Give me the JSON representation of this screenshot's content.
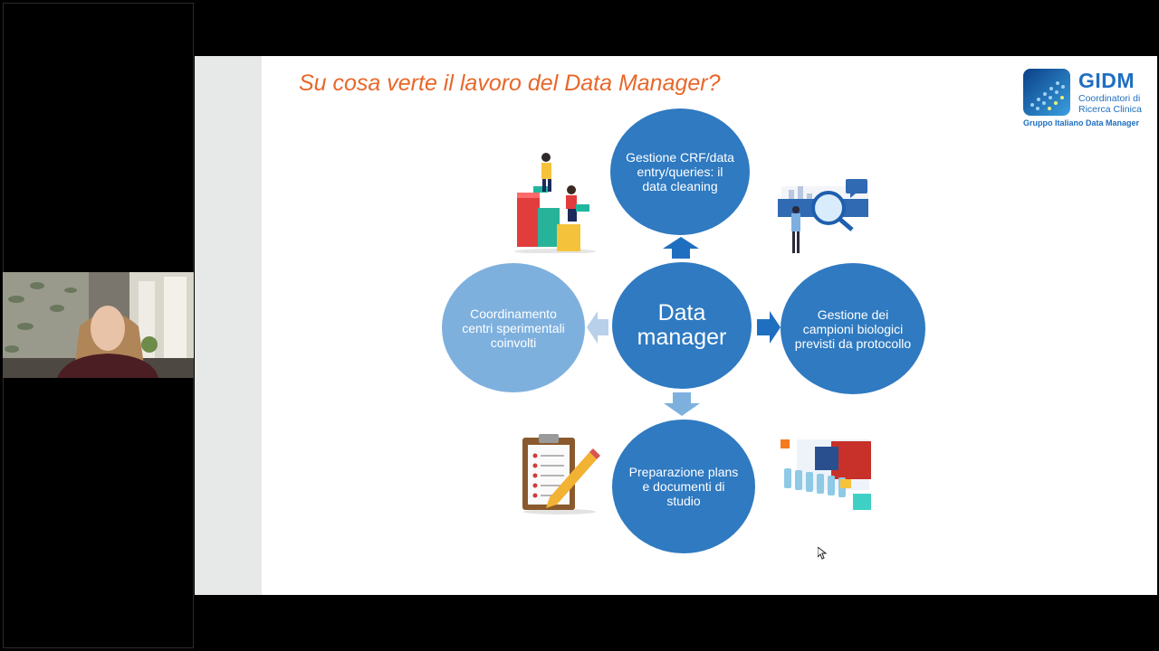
{
  "slide": {
    "title": "Su cosa verte il lavoro del Data Manager?",
    "center_label": "Data manager",
    "top_label": "Gestione CRF/data entry/queries: il data cleaning",
    "right_label": "Gestione dei campioni biologici previsti da protocollo",
    "bottom_label": "Preparazione plans e documenti di studio",
    "left_label": "Coordinamento centri sperimentali coinvolti"
  },
  "logo": {
    "word": "GIDM",
    "line1": "Coordinatori di",
    "line2": "Ricerca Clinica",
    "bottom": "Gruppo Italiano Data Manager"
  },
  "colors": {
    "title": "#e8672a",
    "dark_blue": "#2f7ac1",
    "light_blue": "#7eb0de",
    "logo_blue": "#1f6fc0"
  },
  "icons": [
    "people-chart-icon",
    "magnifier-analytics-icon",
    "clipboard-pencil-icon",
    "lab-samples-icon",
    "mouse-cursor-icon"
  ]
}
